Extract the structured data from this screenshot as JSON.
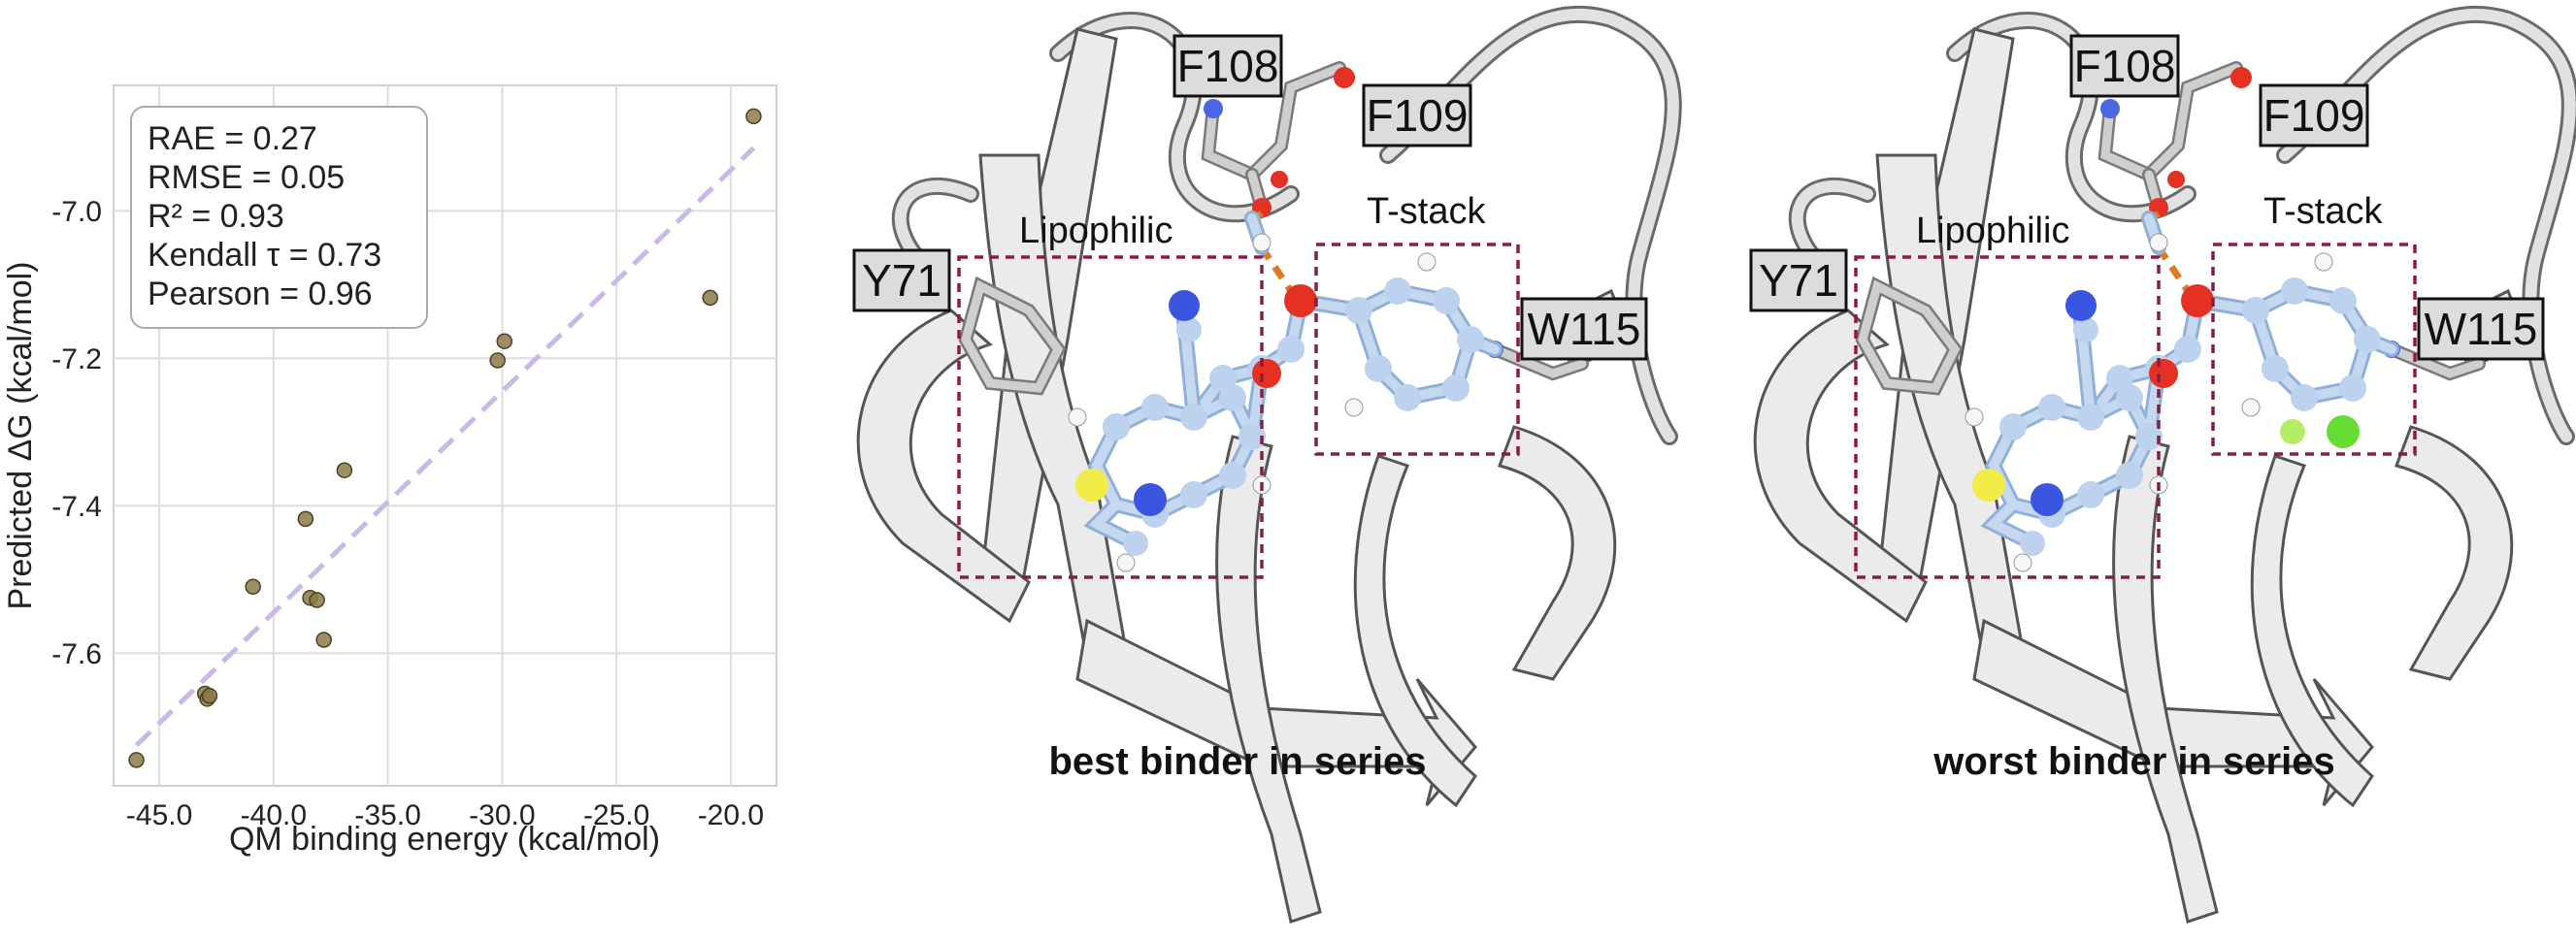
{
  "chart_data": {
    "type": "scatter",
    "xlabel": "QM binding energy (kcal/mol)",
    "ylabel": "Predicted ΔG (kcal/mol)",
    "xlim": [
      -47.0,
      -18.0
    ],
    "ylim": [
      -7.78,
      -6.83
    ],
    "x_ticks": [
      -45.0,
      -40.0,
      -35.0,
      -30.0,
      -25.0,
      -20.0
    ],
    "y_ticks": [
      -7.6,
      -7.4,
      -7.2,
      -7.0
    ],
    "x_tick_labels": [
      "-45.0",
      "-40.0",
      "-35.0",
      "-30.0",
      "-25.0",
      "-20.0"
    ],
    "y_tick_labels": [
      "-7.6",
      "-7.4",
      "-7.2",
      "-7.0"
    ],
    "grid": true,
    "points": [
      {
        "x": -46.0,
        "y": -7.745
      },
      {
        "x": -43.0,
        "y": -7.655
      },
      {
        "x": -42.9,
        "y": -7.662
      },
      {
        "x": -42.8,
        "y": -7.658
      },
      {
        "x": -40.9,
        "y": -7.51
      },
      {
        "x": -38.6,
        "y": -7.418
      },
      {
        "x": -38.4,
        "y": -7.525
      },
      {
        "x": -38.1,
        "y": -7.528
      },
      {
        "x": -37.8,
        "y": -7.582
      },
      {
        "x": -36.9,
        "y": -7.352
      },
      {
        "x": -30.2,
        "y": -7.203
      },
      {
        "x": -29.9,
        "y": -7.177
      },
      {
        "x": -20.9,
        "y": -7.118
      },
      {
        "x": -19.0,
        "y": -6.872
      }
    ],
    "fit_line": {
      "x": [
        -46.0,
        -19.0
      ],
      "y": [
        -7.725,
        -6.915
      ]
    },
    "colors": {
      "points": "#8c7a4a",
      "points_edge": "#4a4020",
      "fit_line": "#c9b8ea",
      "grid": "#dedede"
    },
    "stats": [
      "RAE = 0.27",
      "RMSE = 0.05",
      "R² = 0.93",
      "Kendall τ = 0.73",
      "Pearson = 0.96"
    ]
  },
  "panels": [
    {
      "residues": [
        "F108",
        "F109",
        "Y71",
        "W115"
      ],
      "regions": [
        "Lipophilic",
        "T-stack"
      ],
      "caption": "best binder in series"
    },
    {
      "residues": [
        "F108",
        "F109",
        "Y71",
        "W115"
      ],
      "regions": [
        "Lipophilic",
        "T-stack"
      ],
      "caption": "worst binder in series"
    }
  ],
  "atom_colors": {
    "carbon": "#bcd2ee",
    "oxygen": "#e53024",
    "nitrogen": "#3a55e0",
    "sulfur": "#f2ec48",
    "hydrogen": "#f6f6f6",
    "chlorine": "#66dd33",
    "fluorine": "#b5ee66"
  }
}
